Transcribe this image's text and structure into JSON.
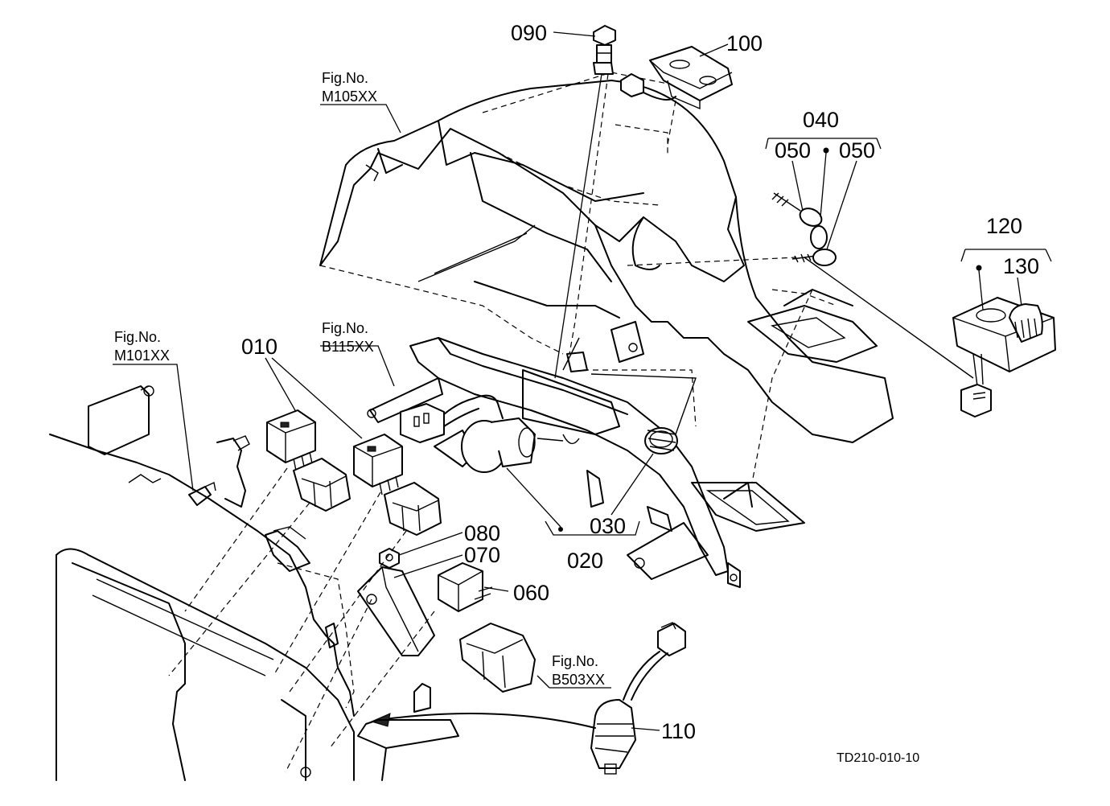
{
  "callouts": {
    "p090": "090",
    "p100": "100",
    "p040": "040",
    "p050a": "050",
    "p050b": "050",
    "p120": "120",
    "p130": "130",
    "p010": "010",
    "p080": "080",
    "p070": "070",
    "p060": "060",
    "p030": "030",
    "p020": "020",
    "p110": "110"
  },
  "figure_refs": {
    "m105": {
      "line1": "Fig.No.",
      "line2": "M105XX"
    },
    "m101": {
      "line1": "Fig.No.",
      "line2": "M101XX"
    },
    "b115": {
      "line1": "Fig.No.",
      "line2": "B115XX"
    },
    "b503": {
      "line1": "Fig.No.",
      "line2": "B503XX"
    }
  },
  "drawing_code": "TD210-010-10",
  "colors": {
    "ink": "#000000",
    "paper": "#ffffff"
  }
}
